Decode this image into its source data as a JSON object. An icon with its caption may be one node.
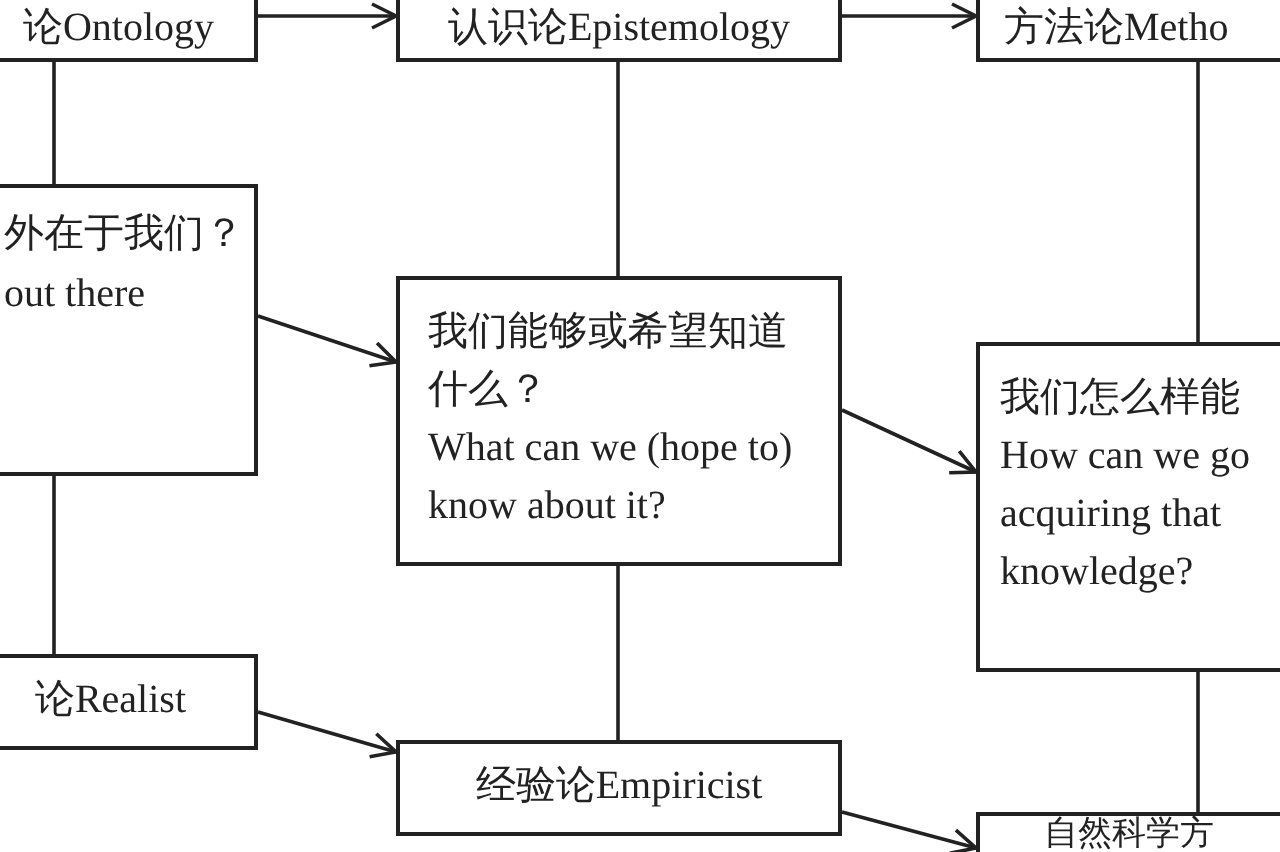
{
  "diagram": {
    "nodes": [
      {
        "text": [
          "论Ontology"
        ]
      },
      {
        "text": [
          "认识论Epistemology"
        ]
      },
      {
        "text": [
          "方法论Metho"
        ]
      },
      {
        "text": [
          "外在于我们？",
          "out there"
        ]
      },
      {
        "text": [
          "我们能够或希望知道什么？",
          "What can we (hope to) know about it?"
        ]
      },
      {
        "text": [
          "我们怎么样能",
          "How can we go acquiring that knowledge?"
        ]
      },
      {
        "text": [
          "论Realist"
        ]
      },
      {
        "text": [
          "经验论Empiricist"
        ]
      },
      {
        "text": [
          "自然科学方"
        ]
      }
    ],
    "edges": [
      {
        "from": 0,
        "to": 1,
        "arrow": "to"
      },
      {
        "from": 1,
        "to": 2,
        "arrow": "to"
      },
      {
        "from": 0,
        "to": 3,
        "arrow": "none"
      },
      {
        "from": 1,
        "to": 4,
        "arrow": "none"
      },
      {
        "from": 2,
        "to": 5,
        "arrow": "none"
      },
      {
        "from": 3,
        "to": 4,
        "arrow": "to"
      },
      {
        "from": 4,
        "to": 5,
        "arrow": "to"
      },
      {
        "from": 3,
        "to": 6,
        "arrow": "none"
      },
      {
        "from": 4,
        "to": 7,
        "arrow": "none"
      },
      {
        "from": 5,
        "to": 8,
        "arrow": "none"
      },
      {
        "from": 6,
        "to": 7,
        "arrow": "to"
      },
      {
        "from": 7,
        "to": 8,
        "arrow": "to"
      }
    ]
  }
}
